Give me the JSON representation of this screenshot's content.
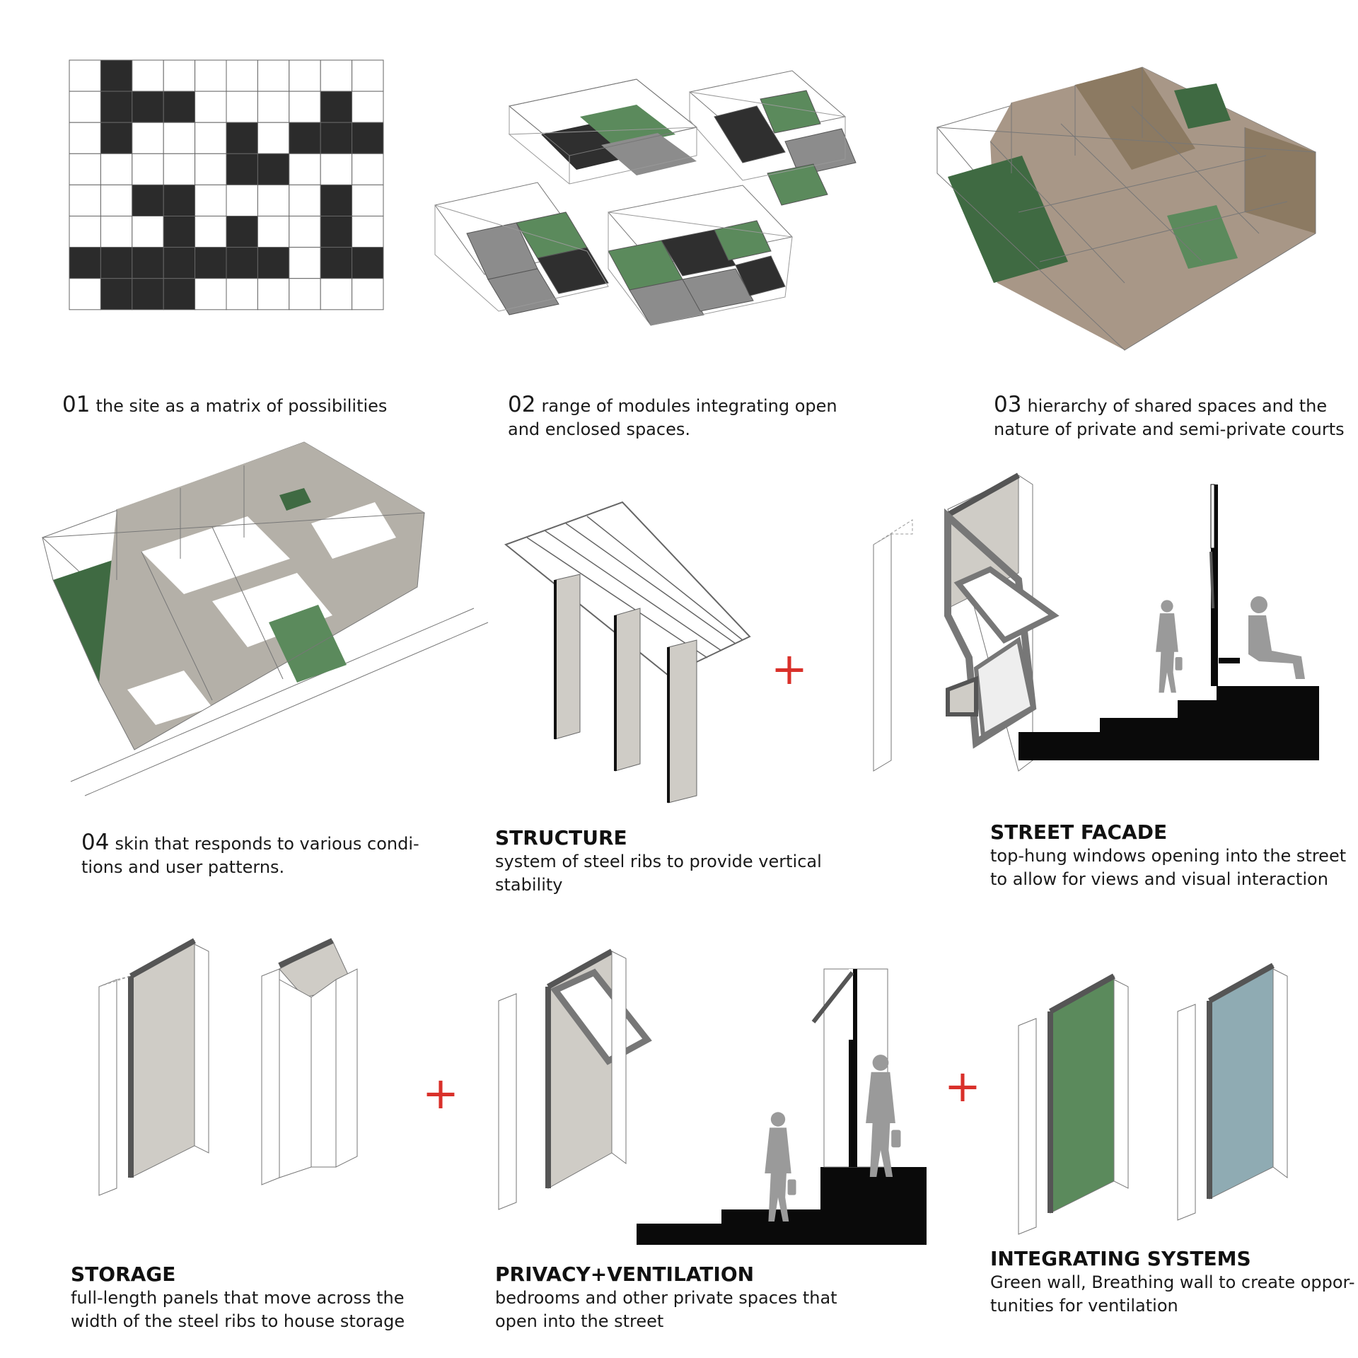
{
  "colors": {
    "black": "#2b2b2b",
    "green": "#5b8a5c",
    "green_dark": "#3f6a42",
    "module_grey": "#8c8c8c",
    "tan": "#a89787",
    "tan_dark": "#8c7a62",
    "panel_grey": "#b4b0a8",
    "panel_light": "#cfccc6",
    "blue_panel": "#8fabb3",
    "plus_red": "#d9302a"
  },
  "grid": {
    "rows": 8,
    "cols": 10,
    "filled": [
      [
        0,
        1,
        0,
        0,
        0,
        0,
        0,
        0,
        0,
        0
      ],
      [
        0,
        1,
        1,
        1,
        0,
        0,
        0,
        0,
        1,
        0
      ],
      [
        0,
        1,
        0,
        0,
        0,
        1,
        0,
        1,
        1,
        1
      ],
      [
        0,
        0,
        0,
        0,
        0,
        1,
        1,
        0,
        0,
        0
      ],
      [
        0,
        0,
        1,
        1,
        0,
        0,
        0,
        0,
        1,
        0
      ],
      [
        0,
        0,
        0,
        1,
        0,
        1,
        0,
        0,
        1,
        0
      ],
      [
        1,
        1,
        1,
        1,
        1,
        1,
        1,
        0,
        1,
        1
      ],
      [
        0,
        1,
        1,
        1,
        0,
        0,
        0,
        0,
        0,
        0
      ]
    ]
  },
  "captions": {
    "c01": {
      "num": "01",
      "text": "the site as a matrix of possibilities"
    },
    "c02": {
      "num": "02",
      "text": "range of modules integrating open\nand enclosed spaces."
    },
    "c03": {
      "num": "03",
      "text": "hierarchy of shared spaces and the\nnature of private and semi-private courts"
    },
    "c04": {
      "num": "04",
      "text": "skin that responds to various condi-\ntions and user patterns."
    },
    "structure": {
      "title": "STRUCTURE",
      "text": "system of steel ribs to provide vertical\nstability"
    },
    "street_facade": {
      "title": "STREET FACADE",
      "text": "top-hung windows opening into the street\nto allow for views and visual interaction"
    },
    "storage": {
      "title": "STORAGE",
      "text": "full-length panels that move across the\nwidth of the steel ribs to house storage"
    },
    "privacy": {
      "title": "PRIVACY+VENTILATION",
      "text": "bedrooms and other private spaces that\nopen into the street"
    },
    "integrating": {
      "title": "INTEGRATING SYSTEMS",
      "text": "Green wall, Breathing wall to create oppor-\ntunities for ventilation"
    }
  },
  "plus_sign": "+"
}
